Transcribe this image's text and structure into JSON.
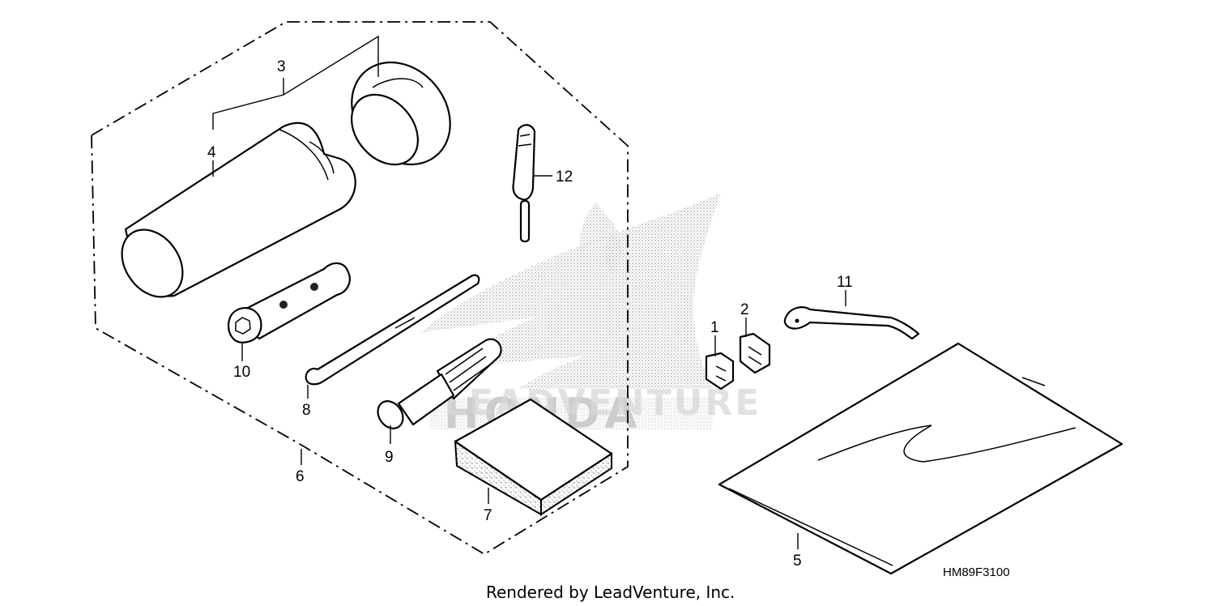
{
  "callouts": {
    "c1": "1",
    "c2": "2",
    "c3": "3",
    "c4": "4",
    "c5": "5",
    "c6": "6",
    "c7": "7",
    "c8": "8",
    "c9": "9",
    "c10": "10",
    "c11": "11",
    "c12": "12"
  },
  "diagram_code": "HM89F3100",
  "footer": "Rendered by LeadVenture, Inc.",
  "watermark": {
    "brand": "HONDA",
    "partner": "LEADVENTURE",
    "color": "#b8b8b8"
  }
}
